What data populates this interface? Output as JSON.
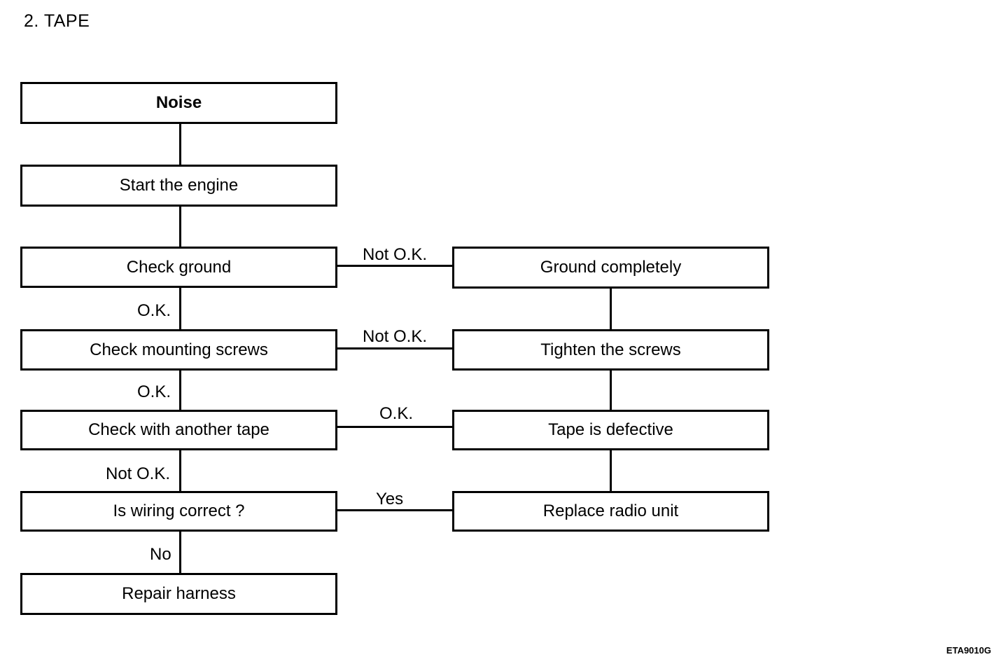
{
  "heading": "2.  TAPE",
  "figure_code": "ETA9010G",
  "boxes": {
    "noise": "Noise",
    "start_engine": "Start the engine",
    "check_ground": "Check ground",
    "ground_completely": "Ground completely",
    "check_mounting_screws": "Check mounting screws",
    "tighten_screws": "Tighten the screws",
    "check_another_tape": "Check with another tape",
    "tape_defective": "Tape is defective",
    "is_wiring_correct": "Is wiring correct ?",
    "replace_radio_unit": "Replace radio unit",
    "repair_harness": "Repair harness"
  },
  "labels": {
    "ground_not_ok": "Not O.K.",
    "ground_ok": "O.K.",
    "screws_not_ok": "Not O.K.",
    "screws_ok": "O.K.",
    "tape_ok": "O.K.",
    "tape_not_ok": "Not O.K.",
    "wiring_yes": "Yes",
    "wiring_no": "No"
  }
}
